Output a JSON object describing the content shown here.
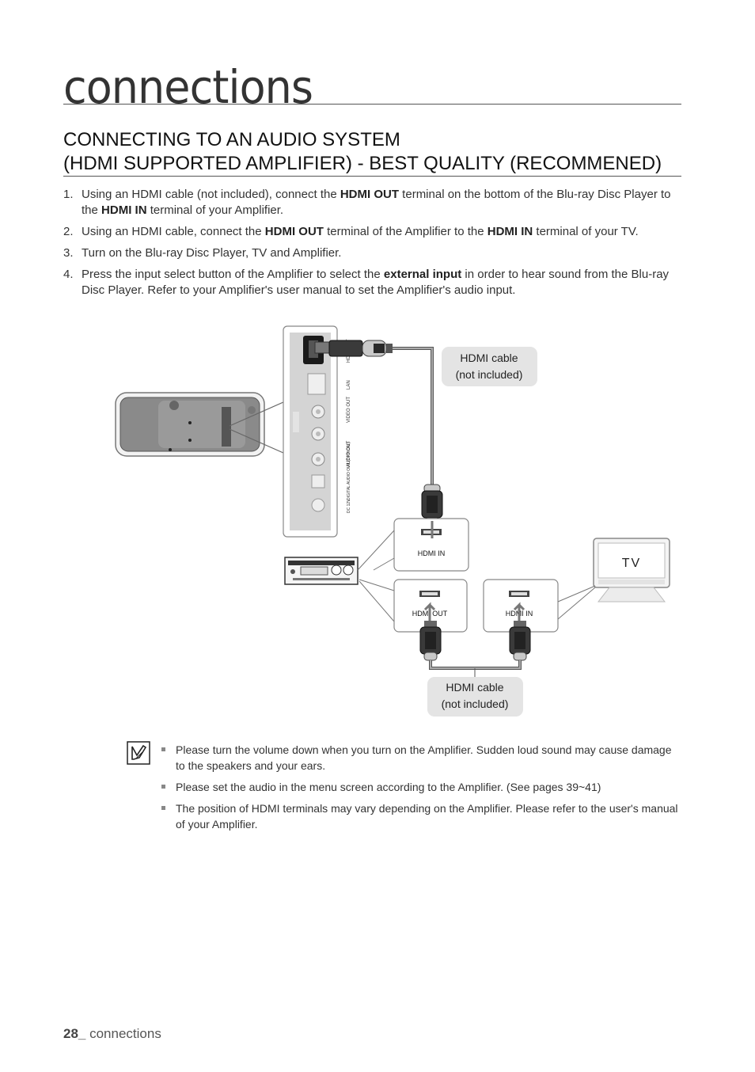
{
  "section_title": "connections",
  "heading": {
    "line1": "CONNECTING TO AN AUDIO SYSTEM",
    "line2": "(HDMI SUPPORTED AMPLIFIER) - BEST QUALITY (RECOMMENED)"
  },
  "steps": [
    {
      "num": "1.",
      "t1": "Using an HDMI cable (not included), connect the ",
      "b1": "HDMI OUT",
      "t2": " terminal on the bottom of the Blu-ray Disc Player to the ",
      "b2": "HDMI IN",
      "t3": " terminal of your Amplifier."
    },
    {
      "num": "2.",
      "t1": "Using an HDMI cable, connect the ",
      "b1": "HDMI OUT",
      "t2": " terminal of the Amplifier to the ",
      "b2": "HDMI IN",
      "t3": " terminal of your TV."
    },
    {
      "num": "3.",
      "t1": "Turn on the Blu-ray Disc Player, TV and Amplifier."
    },
    {
      "num": "4.",
      "t1": "Press the input select button of the Amplifier to select the ",
      "b1": "external input",
      "t2": " in order to hear sound from the Blu-ray Disc Player. Refer to your Amplifier's user manual to set the Amplifier's audio input."
    }
  ],
  "diagram": {
    "cable_callout_top": {
      "line1": "HDMI cable",
      "line2": "(not included)"
    },
    "cable_callout_bottom": {
      "line1": "HDMI cable",
      "line2": "(not included)"
    },
    "amp_hdmi_in_label": "HDMI IN",
    "amp_hdmi_out_label": "HDMI OUT",
    "tv_hdmi_in_label": "HDMI IN",
    "tv_label": "TV",
    "panel_labels": [
      "HDMI OUT",
      "LAN",
      "VIDEO OUT",
      "AUDIO OUT",
      "DIGITAL AUDIO OUT (OPTICAL)",
      "DC 12V"
    ]
  },
  "notes": [
    "Please turn the volume down when you turn on the Amplifier. Sudden loud sound may cause damage to the speakers and your ears.",
    "Please set the audio in the menu screen according to the Amplifier. (See pages 39~41)",
    "The position of HDMI terminals may vary depending on the Amplifier. Please refer to the user's manual of your Amplifier."
  ],
  "footer": {
    "page": "28_",
    "label": " connections"
  }
}
